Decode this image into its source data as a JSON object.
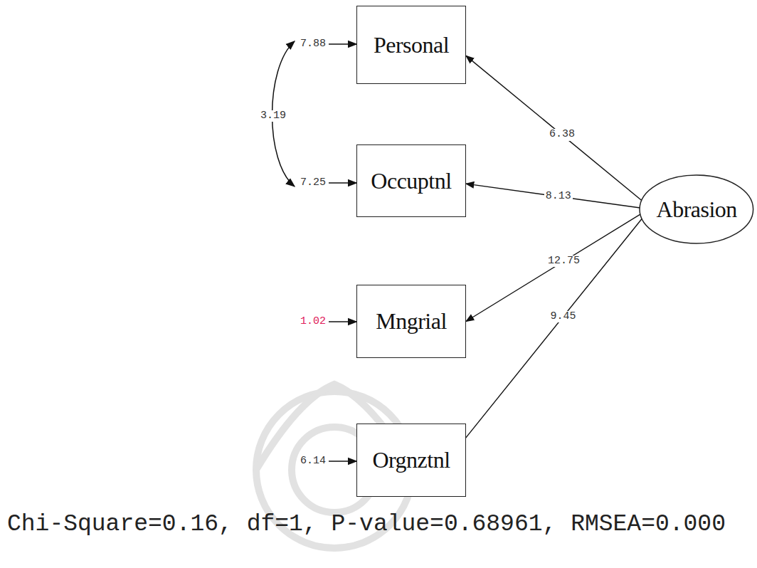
{
  "diagram": {
    "caption": "Chi-Square=0.16, df=1, P-value=0.68961, RMSEA=0.000",
    "nodes": [
      {
        "text": [
          "Personal"
        ]
      },
      {
        "text": [
          "Occuptnl"
        ]
      },
      {
        "text": [
          "Mngrial"
        ]
      },
      {
        "text": [
          "Orgnztnl"
        ]
      },
      {
        "text": [
          "Abrasion"
        ]
      }
    ],
    "edges": [
      {
        "from": 4,
        "to": 0,
        "arrow": "to",
        "label": "6.38"
      },
      {
        "from": 4,
        "to": 1,
        "arrow": "to",
        "label": "8.13"
      },
      {
        "from": 4,
        "to": 2,
        "arrow": "to",
        "label": "12.75"
      },
      {
        "from": 4,
        "to": 3,
        "arrow": "to",
        "label": "9.45"
      }
    ],
    "labels": [
      "7.88",
      "7.25",
      "1.02",
      "6.14",
      "3.19"
    ]
  }
}
